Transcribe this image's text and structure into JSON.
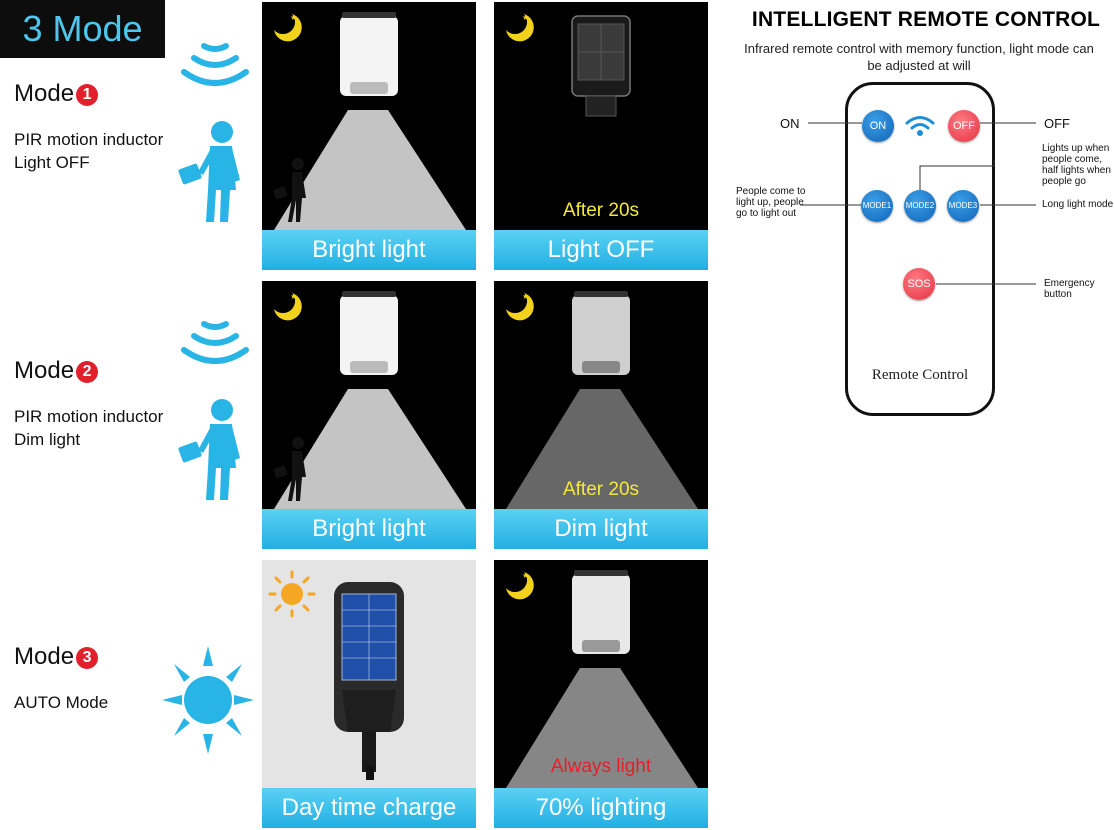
{
  "badge": "3 Mode",
  "modes": [
    {
      "label": "Mode",
      "num": "1",
      "desc1": "PIR motion inductor",
      "desc2": "Light OFF"
    },
    {
      "label": "Mode",
      "num": "2",
      "desc1": "PIR motion inductor",
      "desc2": "Dim light"
    },
    {
      "label": "Mode",
      "num": "3",
      "desc1": "AUTO Mode",
      "desc2": ""
    }
  ],
  "panels": {
    "p1a": {
      "caption": "Bright light",
      "note": ""
    },
    "p1b": {
      "caption": "Light OFF",
      "note": "After 20s"
    },
    "p2a": {
      "caption": "Bright light",
      "note": ""
    },
    "p2b": {
      "caption": "Dim light",
      "note": "After 20s"
    },
    "p3a": {
      "caption": "Day time charge",
      "note": ""
    },
    "p3b": {
      "caption": "70% lighting",
      "note": "Always light"
    }
  },
  "remote": {
    "title": "INTELLIGENT REMOTE CONTROL",
    "subtitle": "Infrared remote control with memory function, light mode can be adjusted at will",
    "buttons": {
      "on": "ON",
      "off": "OFF",
      "mode1": "MODE1",
      "mode2": "MODE2",
      "mode3": "MODE3",
      "sos": "SOS"
    },
    "brand": "Remote Control",
    "callouts": {
      "on": "ON",
      "off": "OFF",
      "mode1": "People come to light up, people go to light out",
      "mode2": "Lights up when people come, half lights when people go",
      "mode3": "Long light mode",
      "sos": "Emergency button"
    }
  },
  "colors": {
    "accent": "#29b4e6",
    "badge_text": "#4fc6ee",
    "note_yellow": "#f5e83a",
    "note_red": "#e3202a",
    "mode_red": "#e0202a"
  }
}
